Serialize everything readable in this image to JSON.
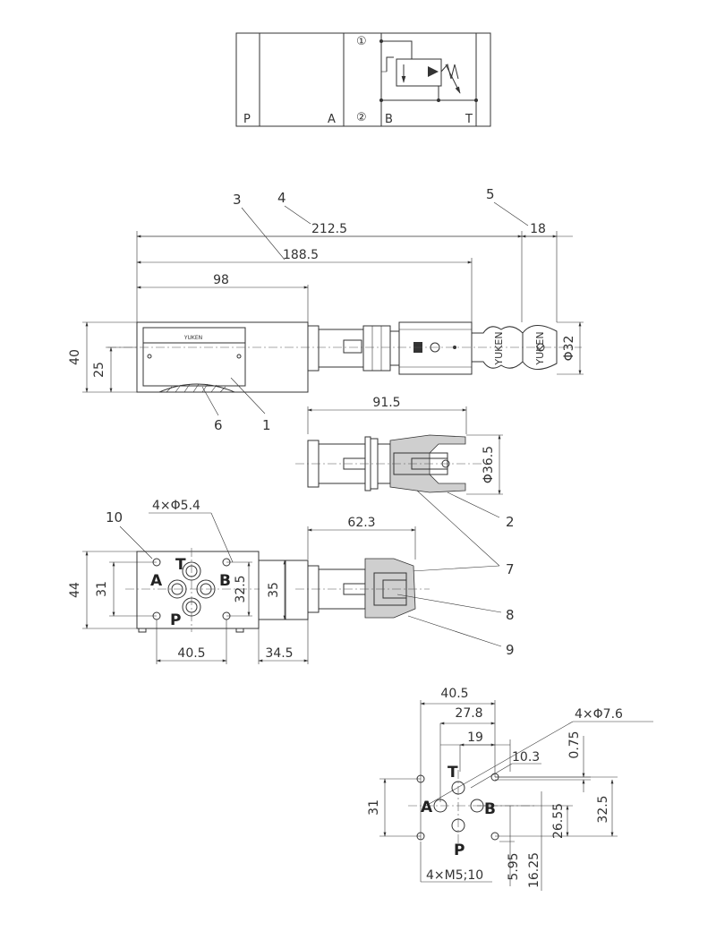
{
  "schematic": {
    "ports": {
      "P": "P",
      "A": "A",
      "B": "B",
      "T": "T"
    },
    "circle1": "①",
    "circle2": "②"
  },
  "side_view": {
    "dims": {
      "d212": "212.5",
      "d188": "188.5",
      "d98": "98",
      "d18": "18",
      "d40": "40",
      "d25": "25",
      "phi32": "Φ32"
    },
    "callouts": {
      "c3": "3",
      "c4": "4",
      "c5": "5",
      "c6": "6",
      "c1": "1"
    },
    "logo": "YUKEN"
  },
  "variant_view": {
    "dims": {
      "d91": "91.5",
      "phi365": "Φ36.5"
    },
    "callouts": {
      "c2": "2",
      "c7": "7"
    }
  },
  "bottom_view": {
    "dims": {
      "holes": "4×Φ5.4",
      "d62": "62.3",
      "d44": "44",
      "d31": "31",
      "d325": "32.5",
      "d35": "35",
      "d405": "40.5",
      "d345": "34.5"
    },
    "callouts": {
      "c10": "10",
      "c8": "8",
      "c9": "9"
    },
    "ports": {
      "T": "T",
      "A": "A",
      "B": "B",
      "P": "P"
    }
  },
  "mount_pattern": {
    "dims": {
      "d405": "40.5",
      "d278": "27.8",
      "d19": "19",
      "d103": "10.3",
      "holes": "4×Φ7.6",
      "d075": "0.75",
      "d31": "31",
      "d2655": "26.55",
      "d325": "32.5",
      "d595": "5.95",
      "d1625": "16.25",
      "threads": "4×M5;10"
    },
    "ports": {
      "T": "T",
      "A": "A",
      "B": "B",
      "P": "P"
    }
  }
}
